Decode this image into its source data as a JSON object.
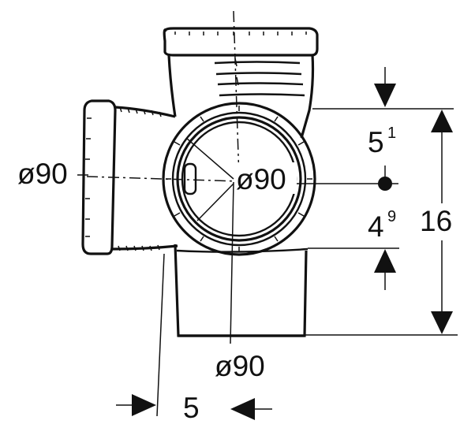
{
  "labels": {
    "left_diameter": "ø90",
    "center_diameter": "ø90",
    "bottom_diameter": "ø90",
    "upper_offset_main": "5",
    "upper_offset_sup": "1",
    "lower_offset_main": "4",
    "lower_offset_sup": "9",
    "total_height": "16",
    "horizontal_offset": "5"
  },
  "colors": {
    "ink": "#111111",
    "paper": "#ffffff"
  }
}
